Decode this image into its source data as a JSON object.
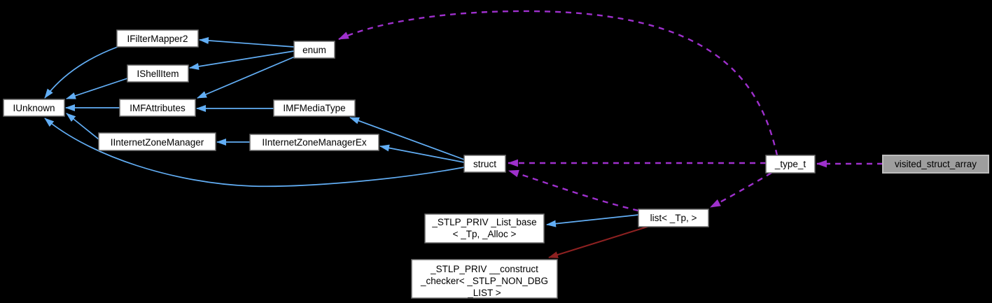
{
  "diagram_type": "doxygen-collaboration-graph",
  "colors": {
    "background": "#000000",
    "edge_inheritance_blue": "#62AEF5",
    "edge_usage_purple_dashed": "#9E30CC",
    "edge_private_red": "#8E2121",
    "node_fill": "#FFFFFF",
    "node_border": "#6E6E6E",
    "highlight_node_fill": "#9E9E9E",
    "highlight_node_border": "#BDBDBD",
    "node_text": "#000000"
  },
  "nodes": [
    {
      "id": "iunknown",
      "label": "IUnknown"
    },
    {
      "id": "ifiltermapper2",
      "label": "IFilterMapper2"
    },
    {
      "id": "ishellitem",
      "label": "IShellItem"
    },
    {
      "id": "imfattributes",
      "label": "IMFAttributes"
    },
    {
      "id": "iinternetzonemanager",
      "label": "IInternetZoneManager"
    },
    {
      "id": "imfmediatype",
      "label": "IMFMediaType"
    },
    {
      "id": "iinternetzonemanagerex",
      "label": "IInternetZoneManagerEx"
    },
    {
      "id": "enum",
      "label": "enum"
    },
    {
      "id": "struct",
      "label": "struct"
    },
    {
      "id": "type-t",
      "label": "_type_t"
    },
    {
      "id": "visited-struct-array",
      "label": "visited_struct_array",
      "highlighted": true
    },
    {
      "id": "list-tp",
      "label": "list< _Tp, >"
    },
    {
      "id": "stlp-list-base",
      "lines": [
        "_STLP_PRIV _List_base",
        "< _Tp, _Alloc >"
      ]
    },
    {
      "id": "stlp-construct-checker",
      "lines": [
        "_STLP_PRIV __construct",
        "_checker< _STLP_NON_DBG",
        "_LIST >"
      ]
    }
  ],
  "edges": [
    {
      "from": "enum",
      "to": "ifiltermapper2",
      "style": "solid-blue"
    },
    {
      "from": "enum",
      "to": "ishellitem",
      "style": "solid-blue"
    },
    {
      "from": "enum",
      "to": "imfattributes",
      "style": "solid-blue"
    },
    {
      "from": "ifiltermapper2",
      "to": "iunknown",
      "style": "solid-blue"
    },
    {
      "from": "ishellitem",
      "to": "iunknown",
      "style": "solid-blue"
    },
    {
      "from": "imfattributes",
      "to": "iunknown",
      "style": "solid-blue"
    },
    {
      "from": "iinternetzonemanager",
      "to": "iunknown",
      "style": "solid-blue"
    },
    {
      "from": "imfmediatype",
      "to": "imfattributes",
      "style": "solid-blue"
    },
    {
      "from": "iinternetzonemanagerex",
      "to": "iinternetzonemanager",
      "style": "solid-blue"
    },
    {
      "from": "struct",
      "to": "imfmediatype",
      "style": "solid-blue"
    },
    {
      "from": "struct",
      "to": "iinternetzonemanagerex",
      "style": "solid-blue"
    },
    {
      "from": "struct",
      "to": "iunknown",
      "style": "solid-blue"
    },
    {
      "from": "list-tp",
      "to": "stlp-list-base",
      "style": "solid-blue"
    },
    {
      "from": "list-tp",
      "to": "stlp-construct-checker",
      "style": "solid-red"
    },
    {
      "from": "visited-struct-array",
      "to": "type-t",
      "style": "dashed-purple"
    },
    {
      "from": "type-t",
      "to": "struct",
      "style": "dashed-purple"
    },
    {
      "from": "type-t",
      "to": "enum",
      "style": "dashed-purple"
    },
    {
      "from": "type-t",
      "to": "list-tp",
      "style": "dashed-purple"
    },
    {
      "from": "list-tp",
      "to": "struct",
      "style": "dashed-purple"
    }
  ]
}
